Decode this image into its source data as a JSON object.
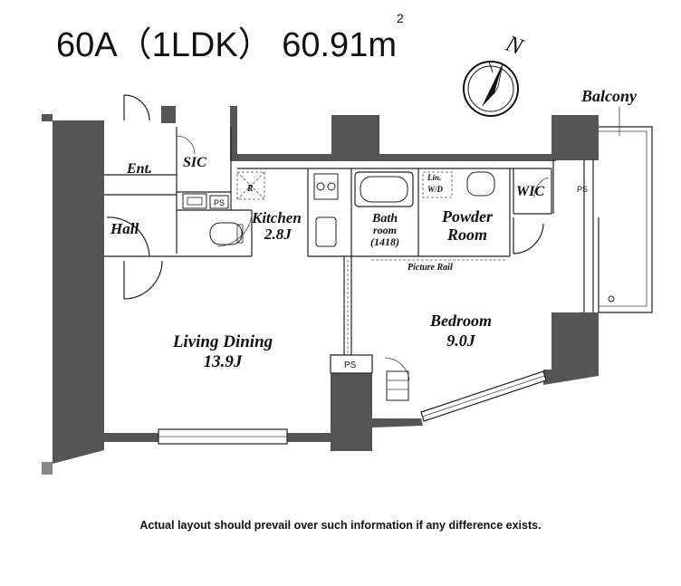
{
  "header": {
    "plan_name": "60A（1LDK）",
    "area_value": "60.91",
    "area_unit": "m",
    "area_unit_sup": "2"
  },
  "compass": {
    "north_label": "N"
  },
  "rooms": {
    "balcony": "Balcony",
    "entrance": "Ent.",
    "sic": "SIC",
    "hall": "Hall",
    "ps_upper": "PS",
    "kitchen": "Kitchen",
    "kitchen_size": "2.8J",
    "refrigerator": "R",
    "bath_line1": "Bath",
    "bath_line2": "room",
    "bath_line3": "(1418)",
    "linen": "Lin.",
    "washer_dryer": "W/D",
    "powder_line1": "Powder",
    "powder_line2": "Room",
    "wic": "WIC",
    "ps_right": "PS",
    "picture_rail": "Picture Rail",
    "living_dining": "Living Dining",
    "living_size": "13.9J",
    "bedroom": "Bedroom",
    "bedroom_size": "9.0J",
    "ps_lower": "PS"
  },
  "footnote": "Actual layout should prevail over such information if any difference exists."
}
